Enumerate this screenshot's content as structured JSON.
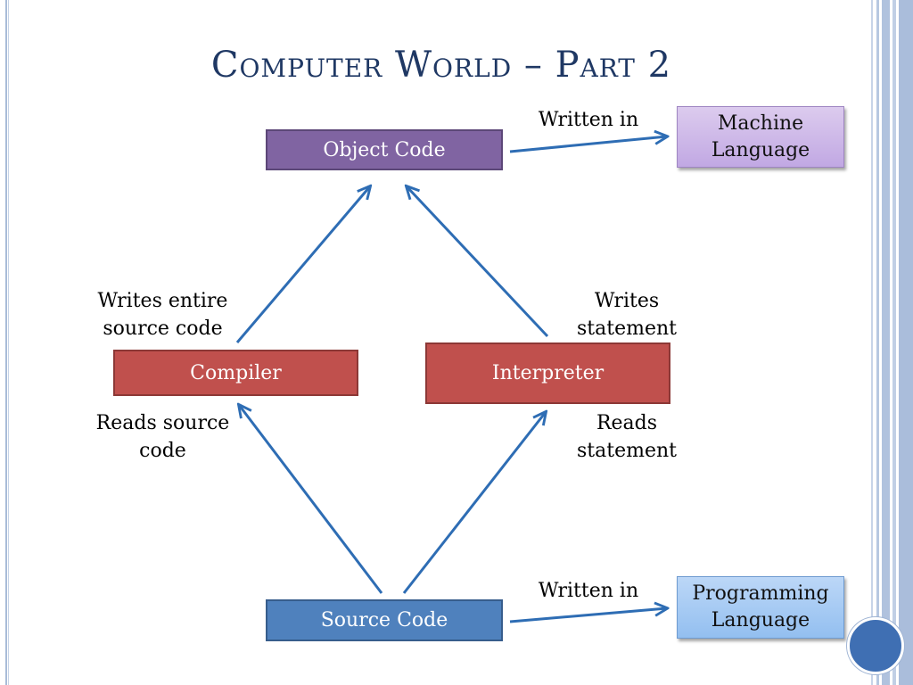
{
  "slide": {
    "title": "Computer World – Part 2"
  },
  "nodes": {
    "object_code": "Object Code",
    "compiler": "Compiler",
    "interpreter": "Interpreter",
    "source_code": "Source Code",
    "machine_language": "Machine\nLanguage",
    "programming_language": "Programming\nLanguage"
  },
  "edge_labels": {
    "object_written_in": "Written in",
    "source_written_in": "Written in",
    "compiler_writes": "Writes entire\nsource code",
    "compiler_reads": "Reads source\ncode",
    "interpreter_writes": "Writes\nstatement",
    "interpreter_reads": "Reads\nstatement"
  },
  "colors": {
    "title": "#1f3864",
    "object_code_fill": "#8064a2",
    "compiler_fill": "#c0504d",
    "interpreter_fill": "#c0504d",
    "source_code_fill": "#4f81bd",
    "machine_language_fill": "#c1a8e3",
    "programming_language_fill": "#93bff0",
    "arrow": "#2e6db4"
  }
}
